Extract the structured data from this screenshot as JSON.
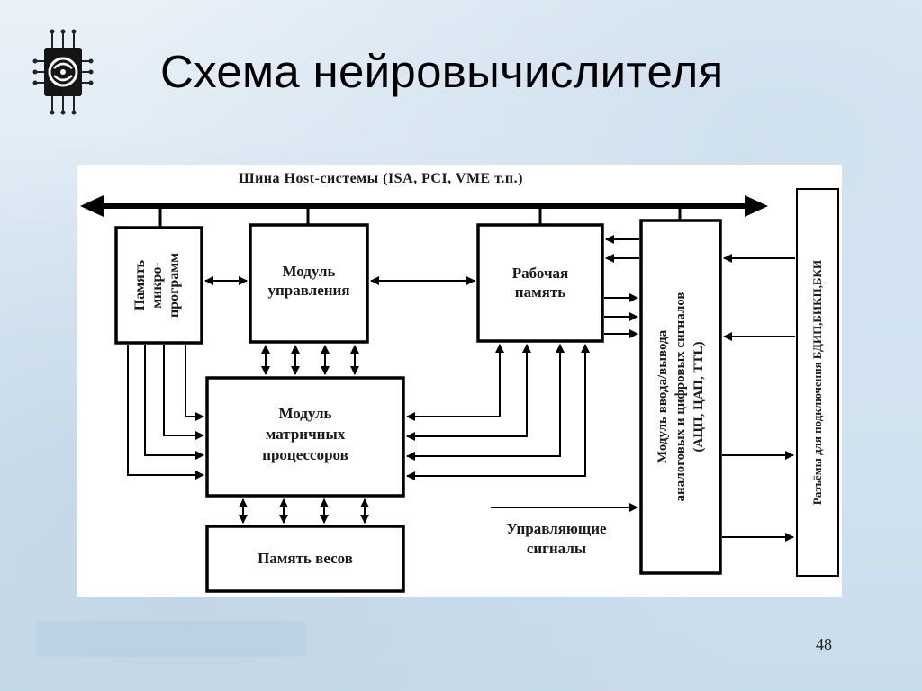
{
  "slide": {
    "title": "Схема нейровычислителя",
    "page_number": "48"
  },
  "diagram": {
    "bus_label": "Шина Host-системы (ISA, PCI, VME т.п.)",
    "blocks": {
      "microprogram_memory": [
        "Память",
        "микро-",
        "программ"
      ],
      "control_module": [
        "Модуль",
        "управления"
      ],
      "working_memory": [
        "Рабочая",
        "память"
      ],
      "matrix_processors": [
        "Модуль",
        "матричных",
        "процессоров"
      ],
      "weights_memory": "Память весов",
      "io_module": [
        "Модуль ввода/вывода",
        "аналоговых и цифровых сигналов",
        "(АЦП, ЦАП, TTL)"
      ],
      "connectors": "Разъёмы для подключения БДИП,БИКП,БКИ"
    },
    "control_signals_label": [
      "Управляющие",
      "сигналы"
    ]
  },
  "colors": {
    "background": "#d6e5f1",
    "diagram_fill": "#ffffff",
    "line": "#000000"
  },
  "icons": {
    "logo": "neural-chip-icon"
  }
}
